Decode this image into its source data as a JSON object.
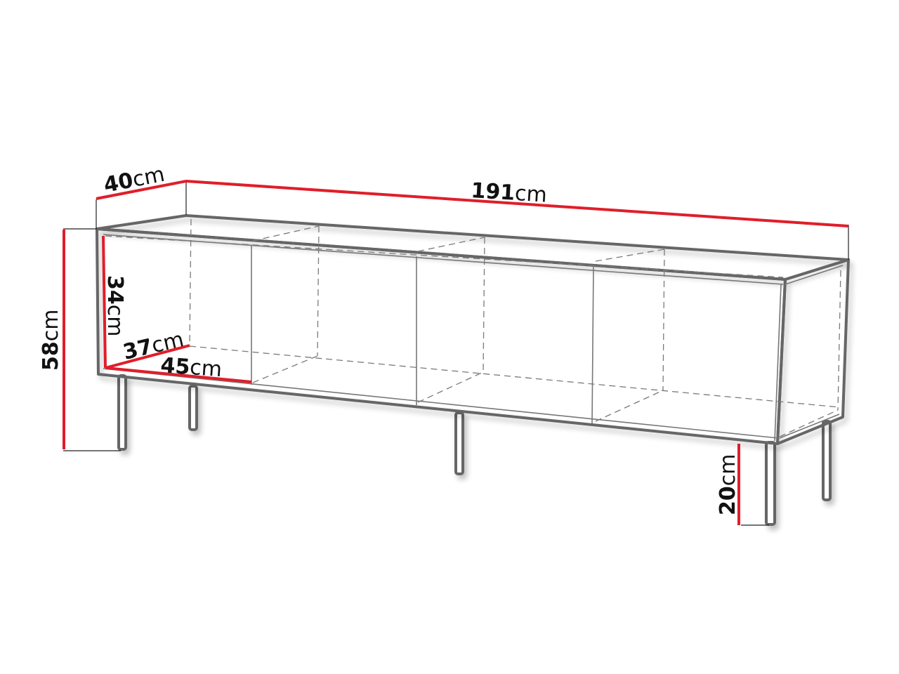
{
  "diagram": {
    "subject": "TV stand / sideboard technical dimension drawing",
    "colors": {
      "dimension_line": "#e01e2a",
      "outline": "#666666",
      "text": "#111111",
      "background": "#ffffff"
    },
    "dimensions": {
      "depth": {
        "value": "40",
        "unit": "cm"
      },
      "width": {
        "value": "191",
        "unit": "cm"
      },
      "total_height": {
        "value": "58",
        "unit": "cm"
      },
      "compartment_height": {
        "value": "34",
        "unit": "cm"
      },
      "compartment_depth": {
        "value": "37",
        "unit": "cm"
      },
      "compartment_width": {
        "value": "45",
        "unit": "cm"
      },
      "leg_height": {
        "value": "20",
        "unit": "cm"
      }
    },
    "compartments_count": 4,
    "legs_count": 5
  }
}
